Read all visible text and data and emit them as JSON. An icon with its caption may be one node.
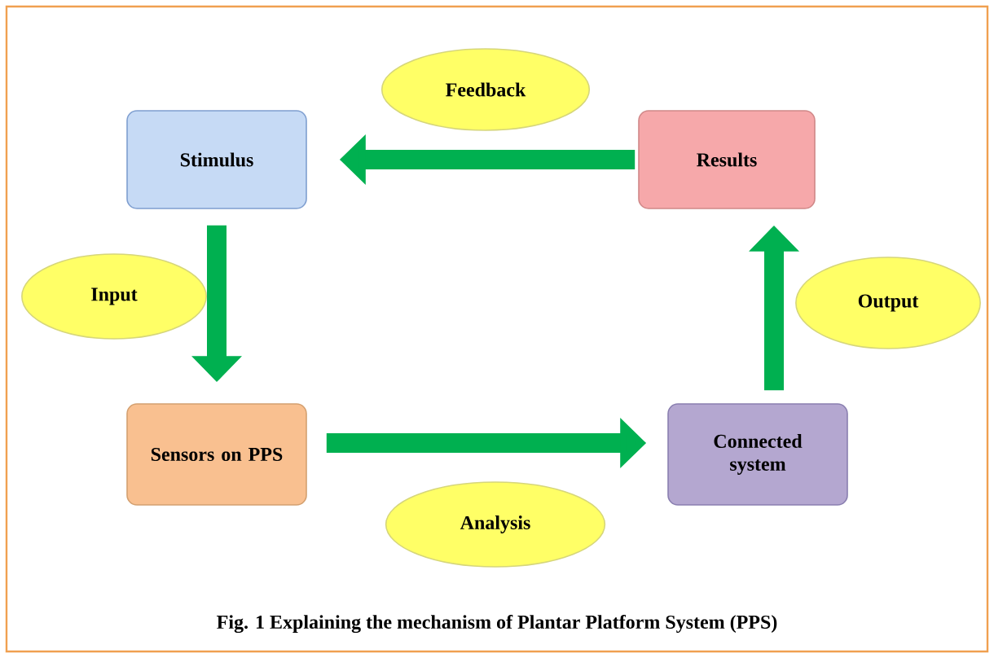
{
  "diagram": {
    "caption": "Fig. 1 Explaining the mechanism of Plantar Platform System (PPS)",
    "nodes": [
      {
        "text": [
          "Feedback"
        ]
      },
      {
        "text": [
          "Stimulus"
        ]
      },
      {
        "text": [
          "Results"
        ]
      },
      {
        "text": [
          "Input"
        ]
      },
      {
        "text": [
          "Output"
        ]
      },
      {
        "text": [
          "Sensors on PPS"
        ]
      },
      {
        "text": [
          "Connected system"
        ]
      },
      {
        "text": [
          "Analysis"
        ]
      }
    ],
    "edges": [
      {
        "from": 2,
        "to": 1,
        "arrow": "to"
      },
      {
        "from": 1,
        "to": 5,
        "arrow": "to"
      },
      {
        "from": 5,
        "to": 6,
        "arrow": "to"
      },
      {
        "from": 6,
        "to": 2,
        "arrow": "to"
      }
    ]
  }
}
